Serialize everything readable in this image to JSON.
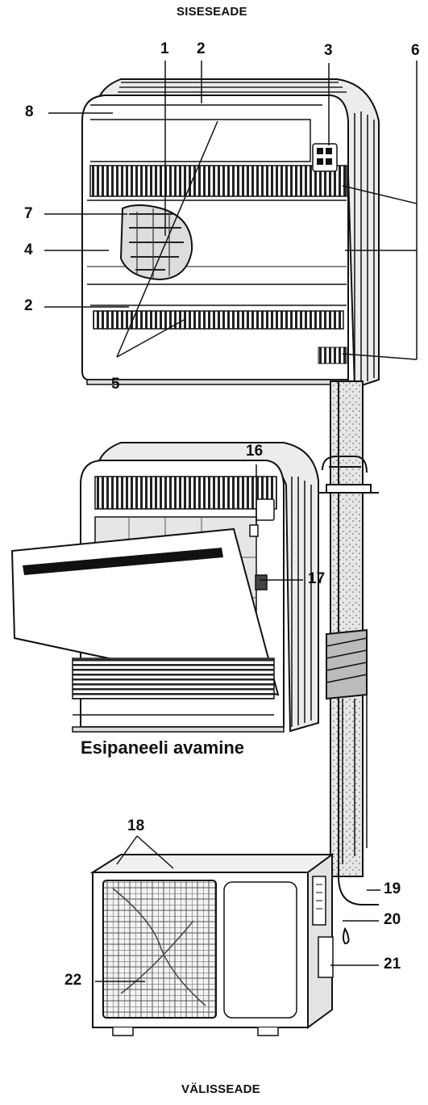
{
  "diagram": {
    "indoor_title": "SISESEADE",
    "outdoor_title": "VÄLISSEADE",
    "panel_caption": "Esipaneeli avamine",
    "callouts": {
      "c1": "1",
      "c2_top": "2",
      "c3": "3",
      "c6": "6",
      "c8": "8",
      "c7": "7",
      "c4": "4",
      "c2_bottom": "2",
      "c5": "5",
      "c16": "16",
      "c17": "17",
      "c18": "18",
      "c19": "19",
      "c20": "20",
      "c21": "21",
      "c22": "22"
    }
  }
}
